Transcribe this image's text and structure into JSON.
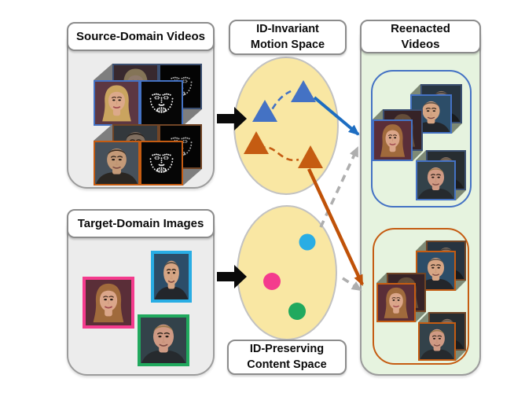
{
  "figure": {
    "source_panel": {
      "title": "Source-Domain Videos",
      "videos": [
        {
          "name": "source-video-blue",
          "border_color": "#4472c4",
          "frames": [
            "face-frame",
            "facial-landmarks-frame"
          ]
        },
        {
          "name": "source-video-orange",
          "border_color": "#c55c12",
          "frames": [
            "face-frame",
            "facial-landmarks-frame"
          ]
        }
      ]
    },
    "target_panel": {
      "title": "Target-Domain Images",
      "images": [
        {
          "name": "target-image-pink",
          "border_color": "#f43b8d"
        },
        {
          "name": "target-image-cyan",
          "border_color": "#29ade4"
        },
        {
          "name": "target-image-green",
          "border_color": "#21a95e"
        }
      ]
    },
    "motion_space": {
      "title_line1": "ID-Invariant",
      "title_line2": "Motion Space",
      "ellipse_fill": "#f9e7a3",
      "markers": [
        {
          "shape": "triangle",
          "color": "#4472c4",
          "count": 2,
          "linked_by": "blue dashed curve"
        },
        {
          "shape": "triangle",
          "color": "#c55c12",
          "count": 2,
          "linked_by": "orange dashed curve"
        }
      ]
    },
    "content_space": {
      "title_line1": "ID-Preserving",
      "title_line2": "Content Space",
      "ellipse_fill": "#f9e7a3",
      "markers": [
        {
          "shape": "dot",
          "color": "#29ade4"
        },
        {
          "shape": "dot",
          "color": "#f43b8d"
        },
        {
          "shape": "dot",
          "color": "#21a95e"
        }
      ]
    },
    "reenacted_panel": {
      "title_line1": "Reenacted",
      "title_line2": "Videos",
      "groups": [
        {
          "name": "blue-reenacted-group",
          "border_color": "#4472c4",
          "video_count": 3
        },
        {
          "name": "orange-reenacted-group",
          "border_color": "#c55c12",
          "video_count": 3
        }
      ]
    },
    "connectors": {
      "black_arrows": 2,
      "blue_motion_arrow_color": "#1d6dc1",
      "orange_motion_arrow_color": "#c05208",
      "identity_dashed_arrow_color": "#aeaeae"
    },
    "colors": {
      "panel_gray": "#ececec",
      "panel_green": "#e6f3df",
      "panel_border": "#9c9c9c",
      "space_yellow": "#f9e7a3",
      "blue": "#4472c4",
      "orange": "#c55c12",
      "cyan": "#29ade4",
      "pink": "#f43b8d",
      "green": "#21a95e"
    }
  }
}
